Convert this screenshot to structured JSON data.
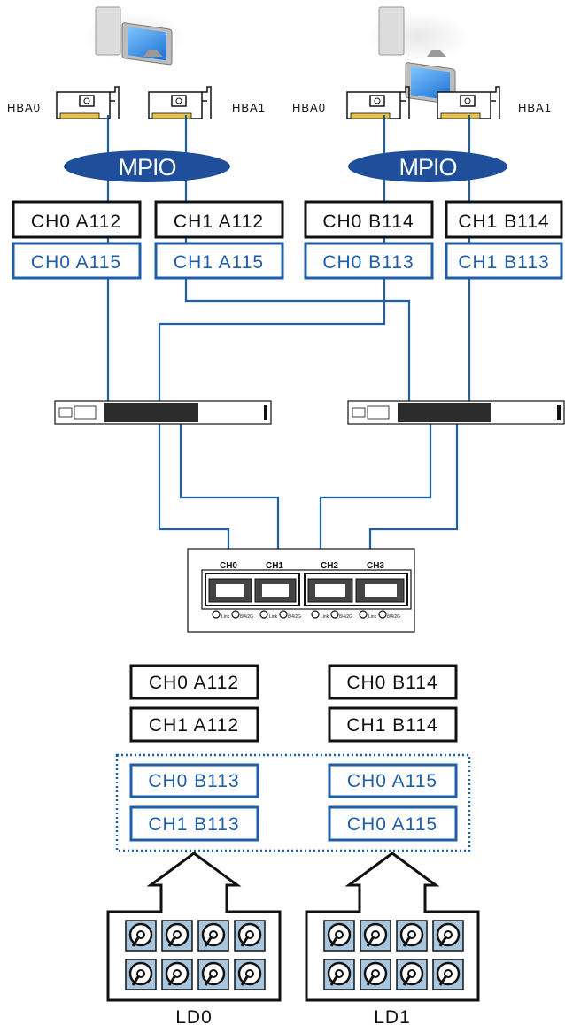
{
  "hosts": [
    {
      "hba_left": "HBA0",
      "hba_right": "HBA1",
      "mpio": "MPIO",
      "boxes_top": [
        "CH0 A112",
        "CH1 A112"
      ],
      "boxes_bottom": [
        "CH0 A115",
        "CH1 A115"
      ]
    },
    {
      "hba_left": "HBA0",
      "hba_right": "HBA1",
      "mpio": "MPIO",
      "boxes_top": [
        "CH0 B114",
        "CH1 B114"
      ],
      "boxes_bottom": [
        "CH0 B113",
        "CH1 B113"
      ]
    }
  ],
  "controller": {
    "ports": [
      "CH0",
      "CH1",
      "CH2",
      "CH3"
    ],
    "led_labels": [
      "Link",
      "8/4/2G"
    ]
  },
  "logical_drives": [
    {
      "name": "LD0",
      "mapped": [
        "CH0 A112",
        "CH1 A112"
      ],
      "multipath": [
        "CH0 B113",
        "CH1 B113"
      ]
    },
    {
      "name": "LD1",
      "mapped": [
        "CH0 B114",
        "CH1 B114"
      ],
      "multipath": [
        "CH0 A115",
        "CH0 A115"
      ]
    }
  ],
  "colors": {
    "blue": "#1f5ea8",
    "mpio": "#1f4e9a",
    "black": "#111111",
    "monitor_screen": "#2a8ee0",
    "drive_fill": "#a9c6df"
  }
}
